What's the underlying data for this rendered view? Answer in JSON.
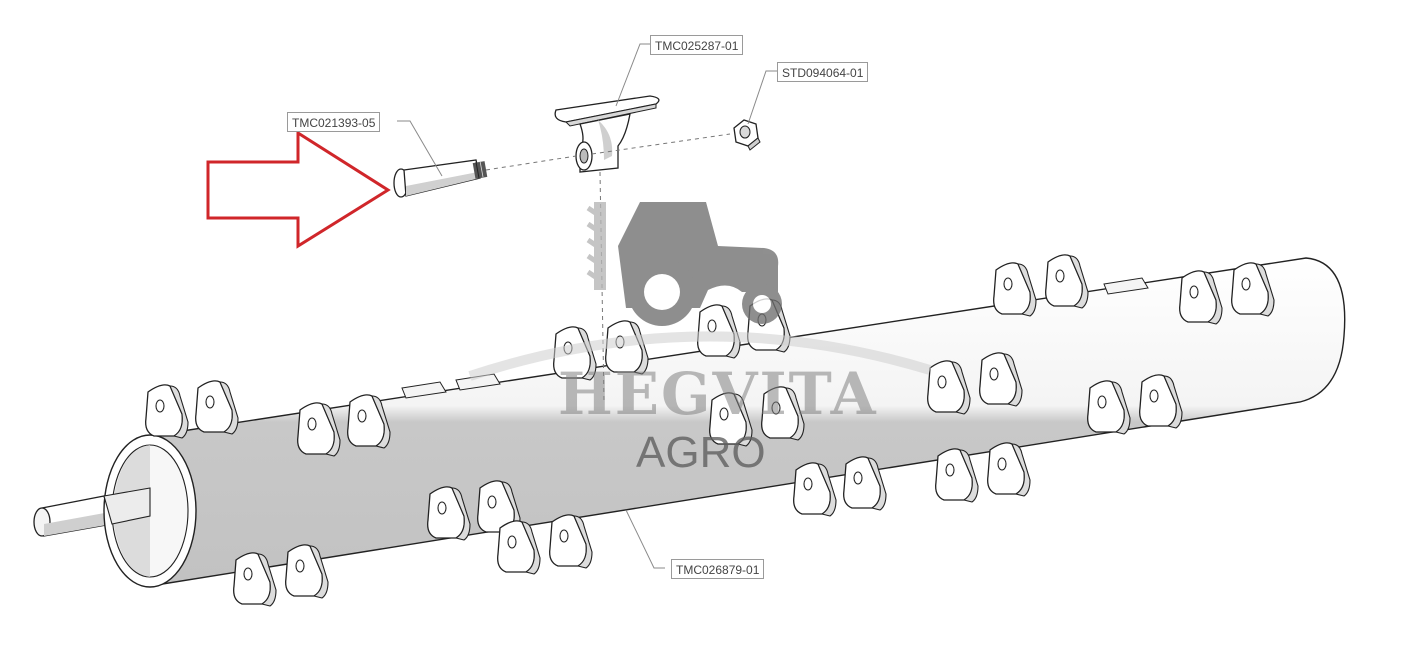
{
  "diagram": {
    "parts": [
      {
        "id": "pin",
        "label": "TMC021393-05"
      },
      {
        "id": "bracket",
        "label": "TMC025287-01"
      },
      {
        "id": "nut",
        "label": "STD094064-01"
      },
      {
        "id": "shaft",
        "label": "TMC026879-01"
      }
    ],
    "highlight_arrow": {
      "color": "#d0262a",
      "target": "pin"
    },
    "colors": {
      "line": "#222222",
      "leader": "#8a8a8a",
      "shaft_light": "#ffffff",
      "shaft_shade": "#c7c7c7"
    }
  },
  "watermark": {
    "brand": "HEGVITA",
    "sub": "AGRO",
    "icon": "tractor-icon"
  }
}
